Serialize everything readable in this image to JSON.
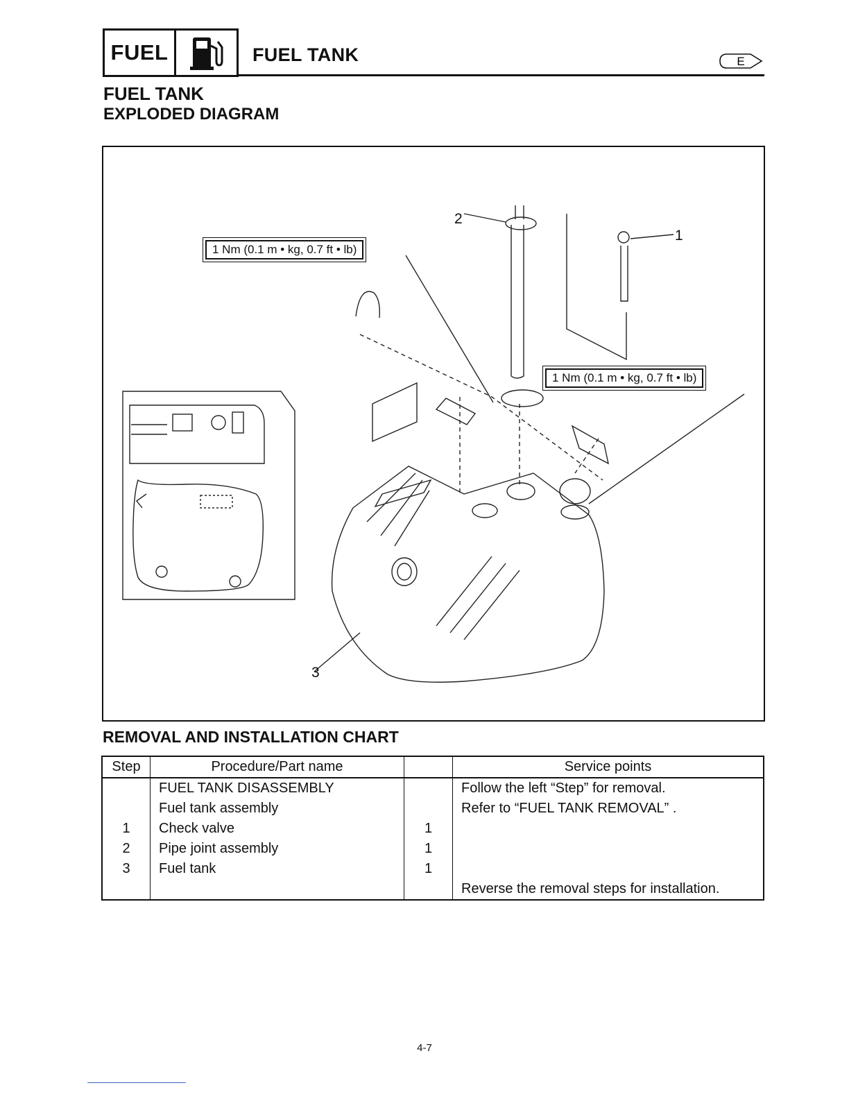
{
  "header": {
    "badge_text": "FUEL",
    "badge_icon": "fuel-pump-icon",
    "title": "FUEL TANK",
    "lang": "E"
  },
  "section": {
    "title": "FUEL TANK",
    "subtitle": "EXPLODED DIAGRAM"
  },
  "diagram": {
    "torque_spec_1": "1 Nm (0.1 m • kg, 0.7 ft • lb)",
    "torque_spec_2": "1 Nm (0.1 m • kg, 0.7 ft • lb)",
    "callouts": [
      "1",
      "2",
      "3"
    ]
  },
  "chart": {
    "title": "REMOVAL AND INSTALLATION CHART",
    "headers": {
      "step": "Step",
      "procedure": "Procedure/Part name",
      "qty": "",
      "service": "Service points"
    },
    "rows": [
      {
        "step": "",
        "procedure": "FUEL TANK DISASSEMBLY",
        "qty": "",
        "service": "Follow the left “Step” for removal."
      },
      {
        "step": "",
        "procedure": "Fuel tank assembly",
        "qty": "",
        "service": "Refer to “FUEL TANK REMOVAL” ."
      },
      {
        "step": "1",
        "procedure": "Check valve",
        "qty": "1",
        "service": ""
      },
      {
        "step": "2",
        "procedure": "Pipe joint assembly",
        "qty": "1",
        "service": ""
      },
      {
        "step": "3",
        "procedure": "Fuel tank",
        "qty": "1",
        "service": ""
      },
      {
        "step": "",
        "procedure": "",
        "qty": "",
        "service": "Reverse the removal steps for installation."
      }
    ]
  },
  "footer": {
    "page_number": "4-7"
  }
}
